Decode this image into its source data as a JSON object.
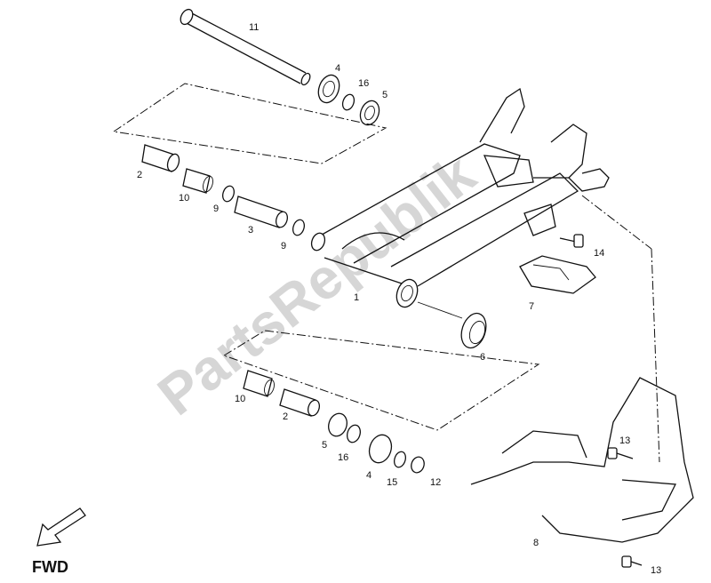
{
  "diagram": {
    "watermark": "PartsRepublik",
    "direction_label": "FWD",
    "callouts": {
      "c1": "1",
      "c2a": "2",
      "c2b": "2",
      "c3": "3",
      "c4a": "4",
      "c4b": "4",
      "c5a": "5",
      "c5b": "5",
      "c6": "6",
      "c7": "7",
      "c8": "8",
      "c9a": "9",
      "c9b": "9",
      "c10a": "10",
      "c10b": "10",
      "c11": "11",
      "c12": "12",
      "c13a": "13",
      "c13b": "13",
      "c14": "14",
      "c15": "15",
      "c16a": "16",
      "c16b": "16"
    }
  }
}
